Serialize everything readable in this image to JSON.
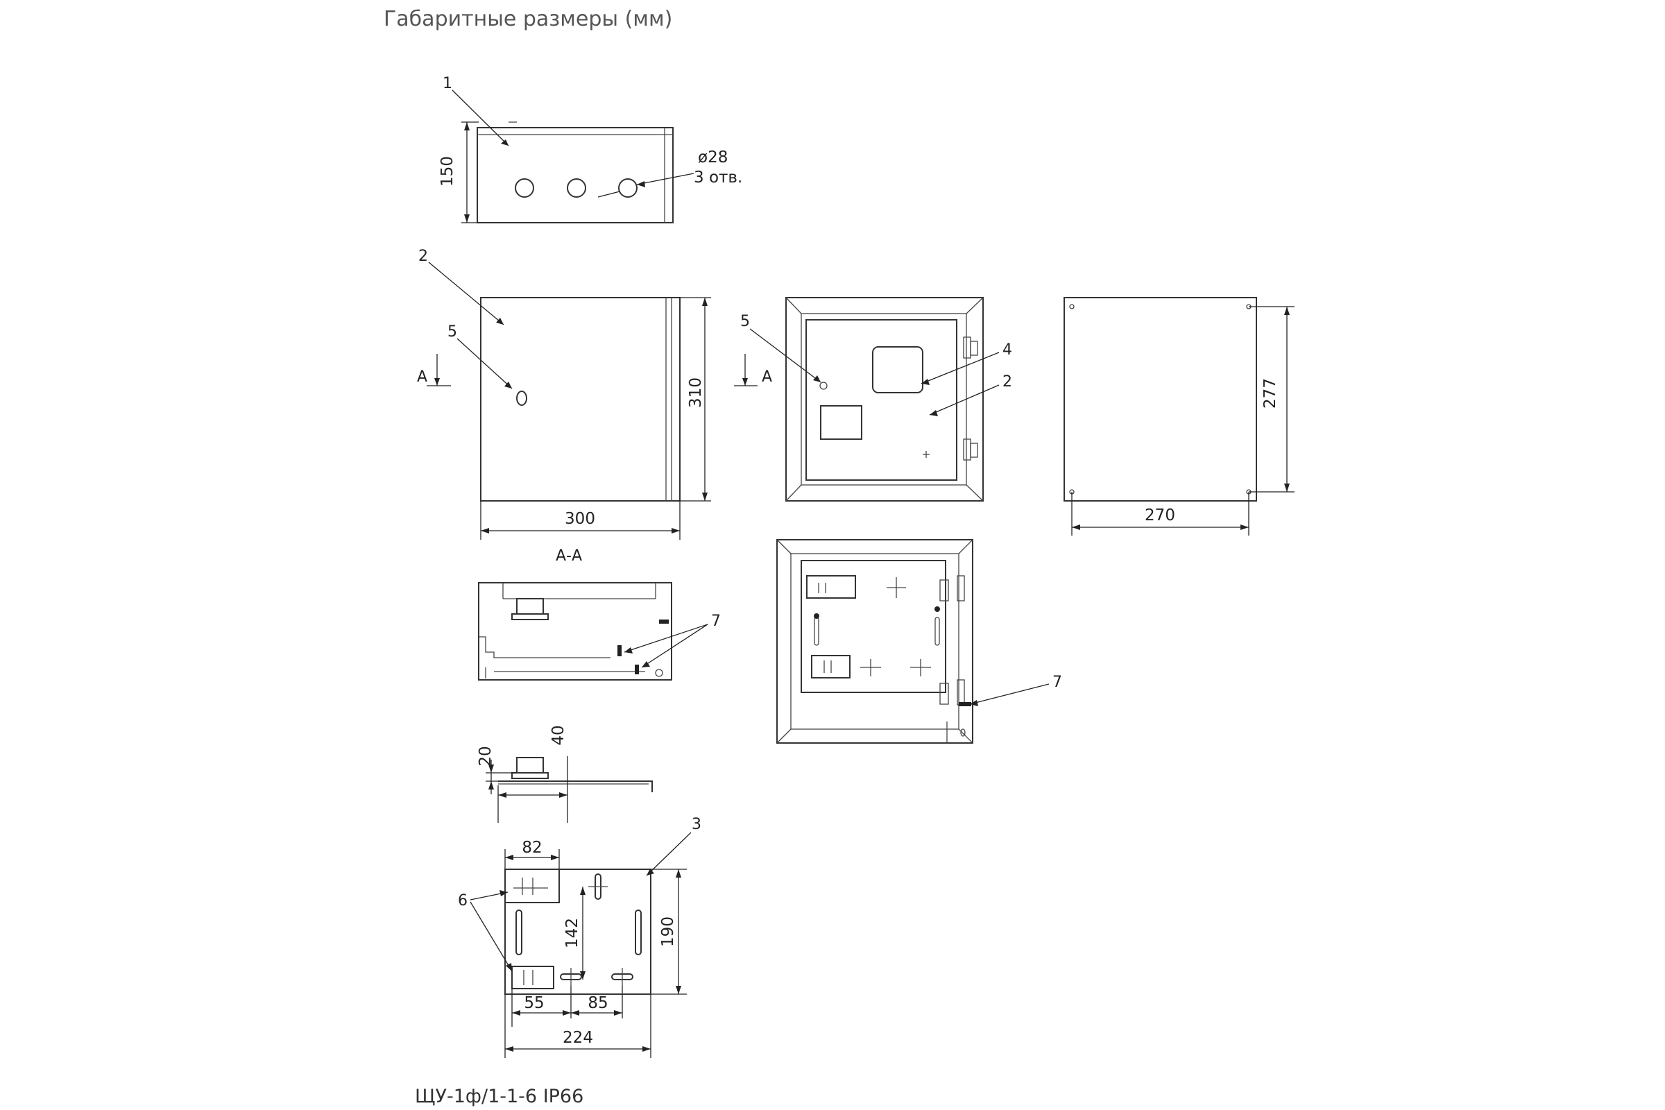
{
  "title": "Габаритные размеры (мм)",
  "model": "ЩУ-1ф/1-1-6 IP66",
  "top_view": {
    "callout": "1",
    "height_dim": "150",
    "hole_dia": "ø28",
    "hole_count": "3 отв."
  },
  "front_view": {
    "callout_door": "2",
    "callout_lock": "5",
    "section_mark": "А",
    "height_dim": "310",
    "width_dim": "300"
  },
  "inner_view": {
    "callout_lock": "5",
    "section_mark": "А",
    "callout_window": "4",
    "callout_door": "2"
  },
  "back_view": {
    "height_dim": "277",
    "width_dim": "270"
  },
  "section": {
    "label": "А-А",
    "callout": "7"
  },
  "open_view": {
    "callout": "7"
  },
  "detail_rail": {
    "dim_a": "20",
    "dim_b": "40"
  },
  "mount_plate": {
    "callout_plate": "3",
    "callout_rail": "6",
    "dim_82": "82",
    "dim_142": "142",
    "dim_190": "190",
    "dim_55": "55",
    "dim_85": "85",
    "dim_224": "224"
  }
}
